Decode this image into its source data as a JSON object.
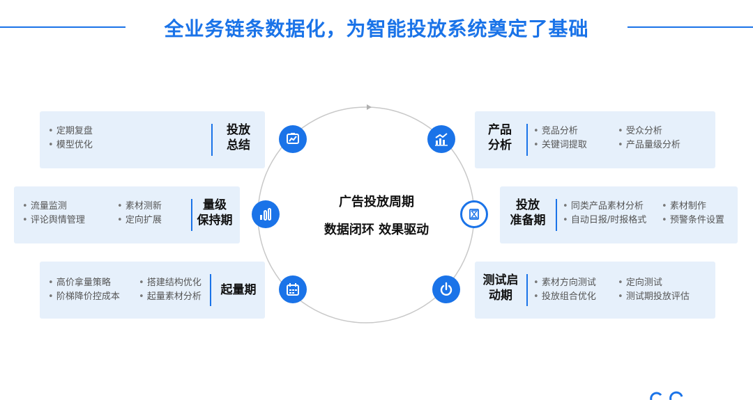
{
  "title": "全业务链条数据化，为智能投放系统奠定了基础",
  "center": {
    "line1": "广告投放周期",
    "line2": "数据闭环 效果驱动"
  },
  "colors": {
    "accent": "#1a73e8",
    "card_bg": "#e6f0fb"
  },
  "left_cards": [
    {
      "name_lines": [
        "投放",
        "总结"
      ],
      "col1": [
        "定期复盘",
        "模型优化"
      ],
      "col2": [],
      "icon": "trend-chart-icon"
    },
    {
      "name_lines": [
        "量级",
        "保持期"
      ],
      "col1": [
        "流量监测",
        "评论舆情管理"
      ],
      "col2": [
        "素材测新",
        "定向扩展"
      ],
      "icon": "bar-chart-icon"
    },
    {
      "name_lines": [
        "起量期"
      ],
      "col1": [
        "高价拿量策略",
        "阶梯降价控成本"
      ],
      "col2": [
        "搭建结构优化",
        "起量素材分析"
      ],
      "icon": "calendar-icon"
    }
  ],
  "right_cards": [
    {
      "name_lines": [
        "产品",
        "分析"
      ],
      "col1": [
        "竞品分析",
        "关键词提取"
      ],
      "col2": [
        "受众分析",
        "产品量级分析"
      ],
      "icon": "analytics-icon"
    },
    {
      "name_lines": [
        "投放",
        "准备期"
      ],
      "col1": [
        "同类产品素材分析",
        "自动日报/时报格式"
      ],
      "col2": [
        "素材制作",
        "预警条件设置"
      ],
      "icon": "hourglass-icon"
    },
    {
      "name_lines": [
        "测试启",
        "动期"
      ],
      "col1": [
        "素材方向测试",
        "投放组合优化"
      ],
      "col2": [
        "定向测试",
        "测试期投放评估"
      ],
      "icon": "power-icon"
    }
  ]
}
